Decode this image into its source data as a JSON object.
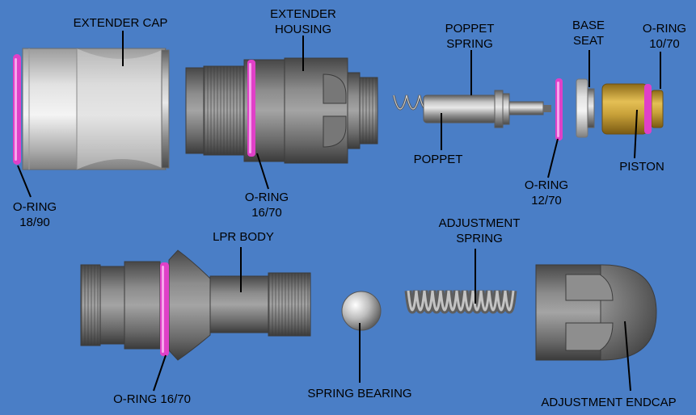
{
  "labels": {
    "extender_cap": "EXTENDER CAP",
    "extender_housing_1": "EXTENDER",
    "extender_housing_2": "HOUSING",
    "poppet_spring_1": "POPPET",
    "poppet_spring_2": "SPRING",
    "base_seat_1": "BASE",
    "base_seat_2": "SEAT",
    "oring_top_right_1": "O-RING",
    "oring_top_right_2": "10/70",
    "oring_left_1": "O-RING",
    "oring_left_2": "18/90",
    "oring_housing_1": "O-RING",
    "oring_housing_2": "16/70",
    "poppet": "POPPET",
    "oring_poppet_1": "O-RING",
    "oring_poppet_2": "12/70",
    "piston": "PISTON",
    "lpr_body": "LPR BODY",
    "adjustment_spring_1": "ADJUSTMENT",
    "adjustment_spring_2": "SPRING",
    "oring_body": "O-RING 16/70",
    "spring_bearing": "SPRING BEARING",
    "adjustment_endcap": "ADJUSTMENT ENDCAP"
  },
  "colors": {
    "background": "#4a7ec6",
    "oring": "#e040c8",
    "metal": "#8e8e8e",
    "brass": "#c9a23a",
    "text": "#000000"
  }
}
